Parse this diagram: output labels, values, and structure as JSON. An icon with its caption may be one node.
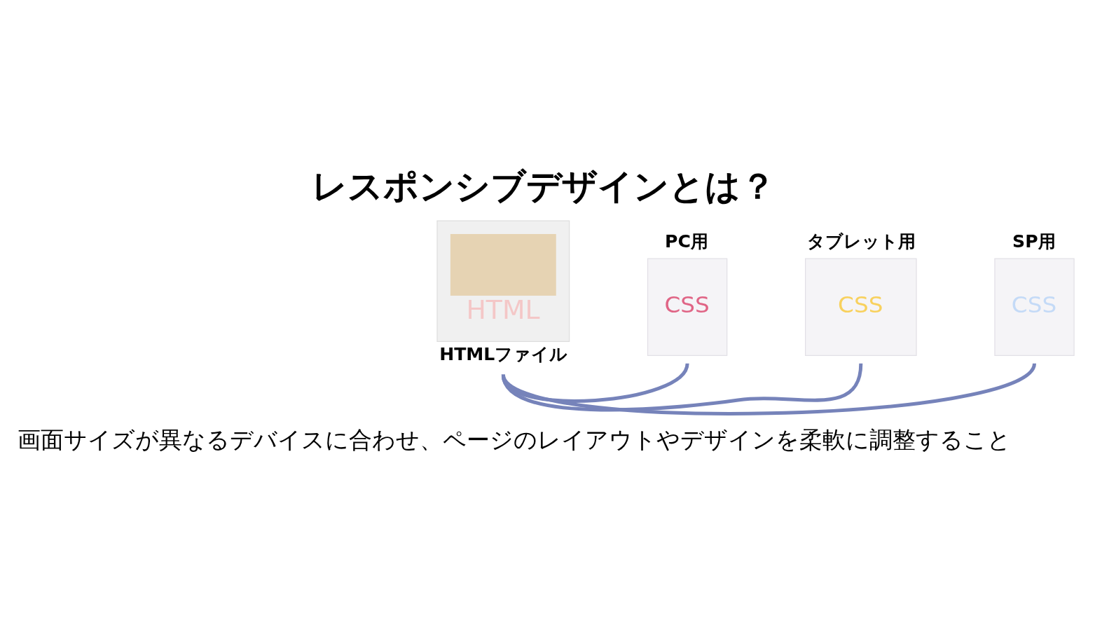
{
  "diagram": {
    "title": "レスポンシブデザインとは？",
    "caption": "画面サイズが異なるデバイスに合わせ、ページのレイアウトやデザインを柔軟に調整すること",
    "nodes": [
      {
        "text": [
          "HTML"
        ],
        "beside": [
          "HTMLファイル"
        ]
      },
      {
        "text": [
          "CSS"
        ],
        "beside": [
          "PC用"
        ]
      },
      {
        "text": [
          "CSS"
        ],
        "beside": [
          "タブレット用"
        ]
      },
      {
        "text": [
          "CSS"
        ],
        "beside": [
          "SP用"
        ]
      }
    ],
    "edges": [
      {
        "from": 0,
        "to": 1,
        "arrow": "none"
      },
      {
        "from": 0,
        "to": 2,
        "arrow": "none"
      },
      {
        "from": 0,
        "to": 3,
        "arrow": "none"
      }
    ]
  }
}
